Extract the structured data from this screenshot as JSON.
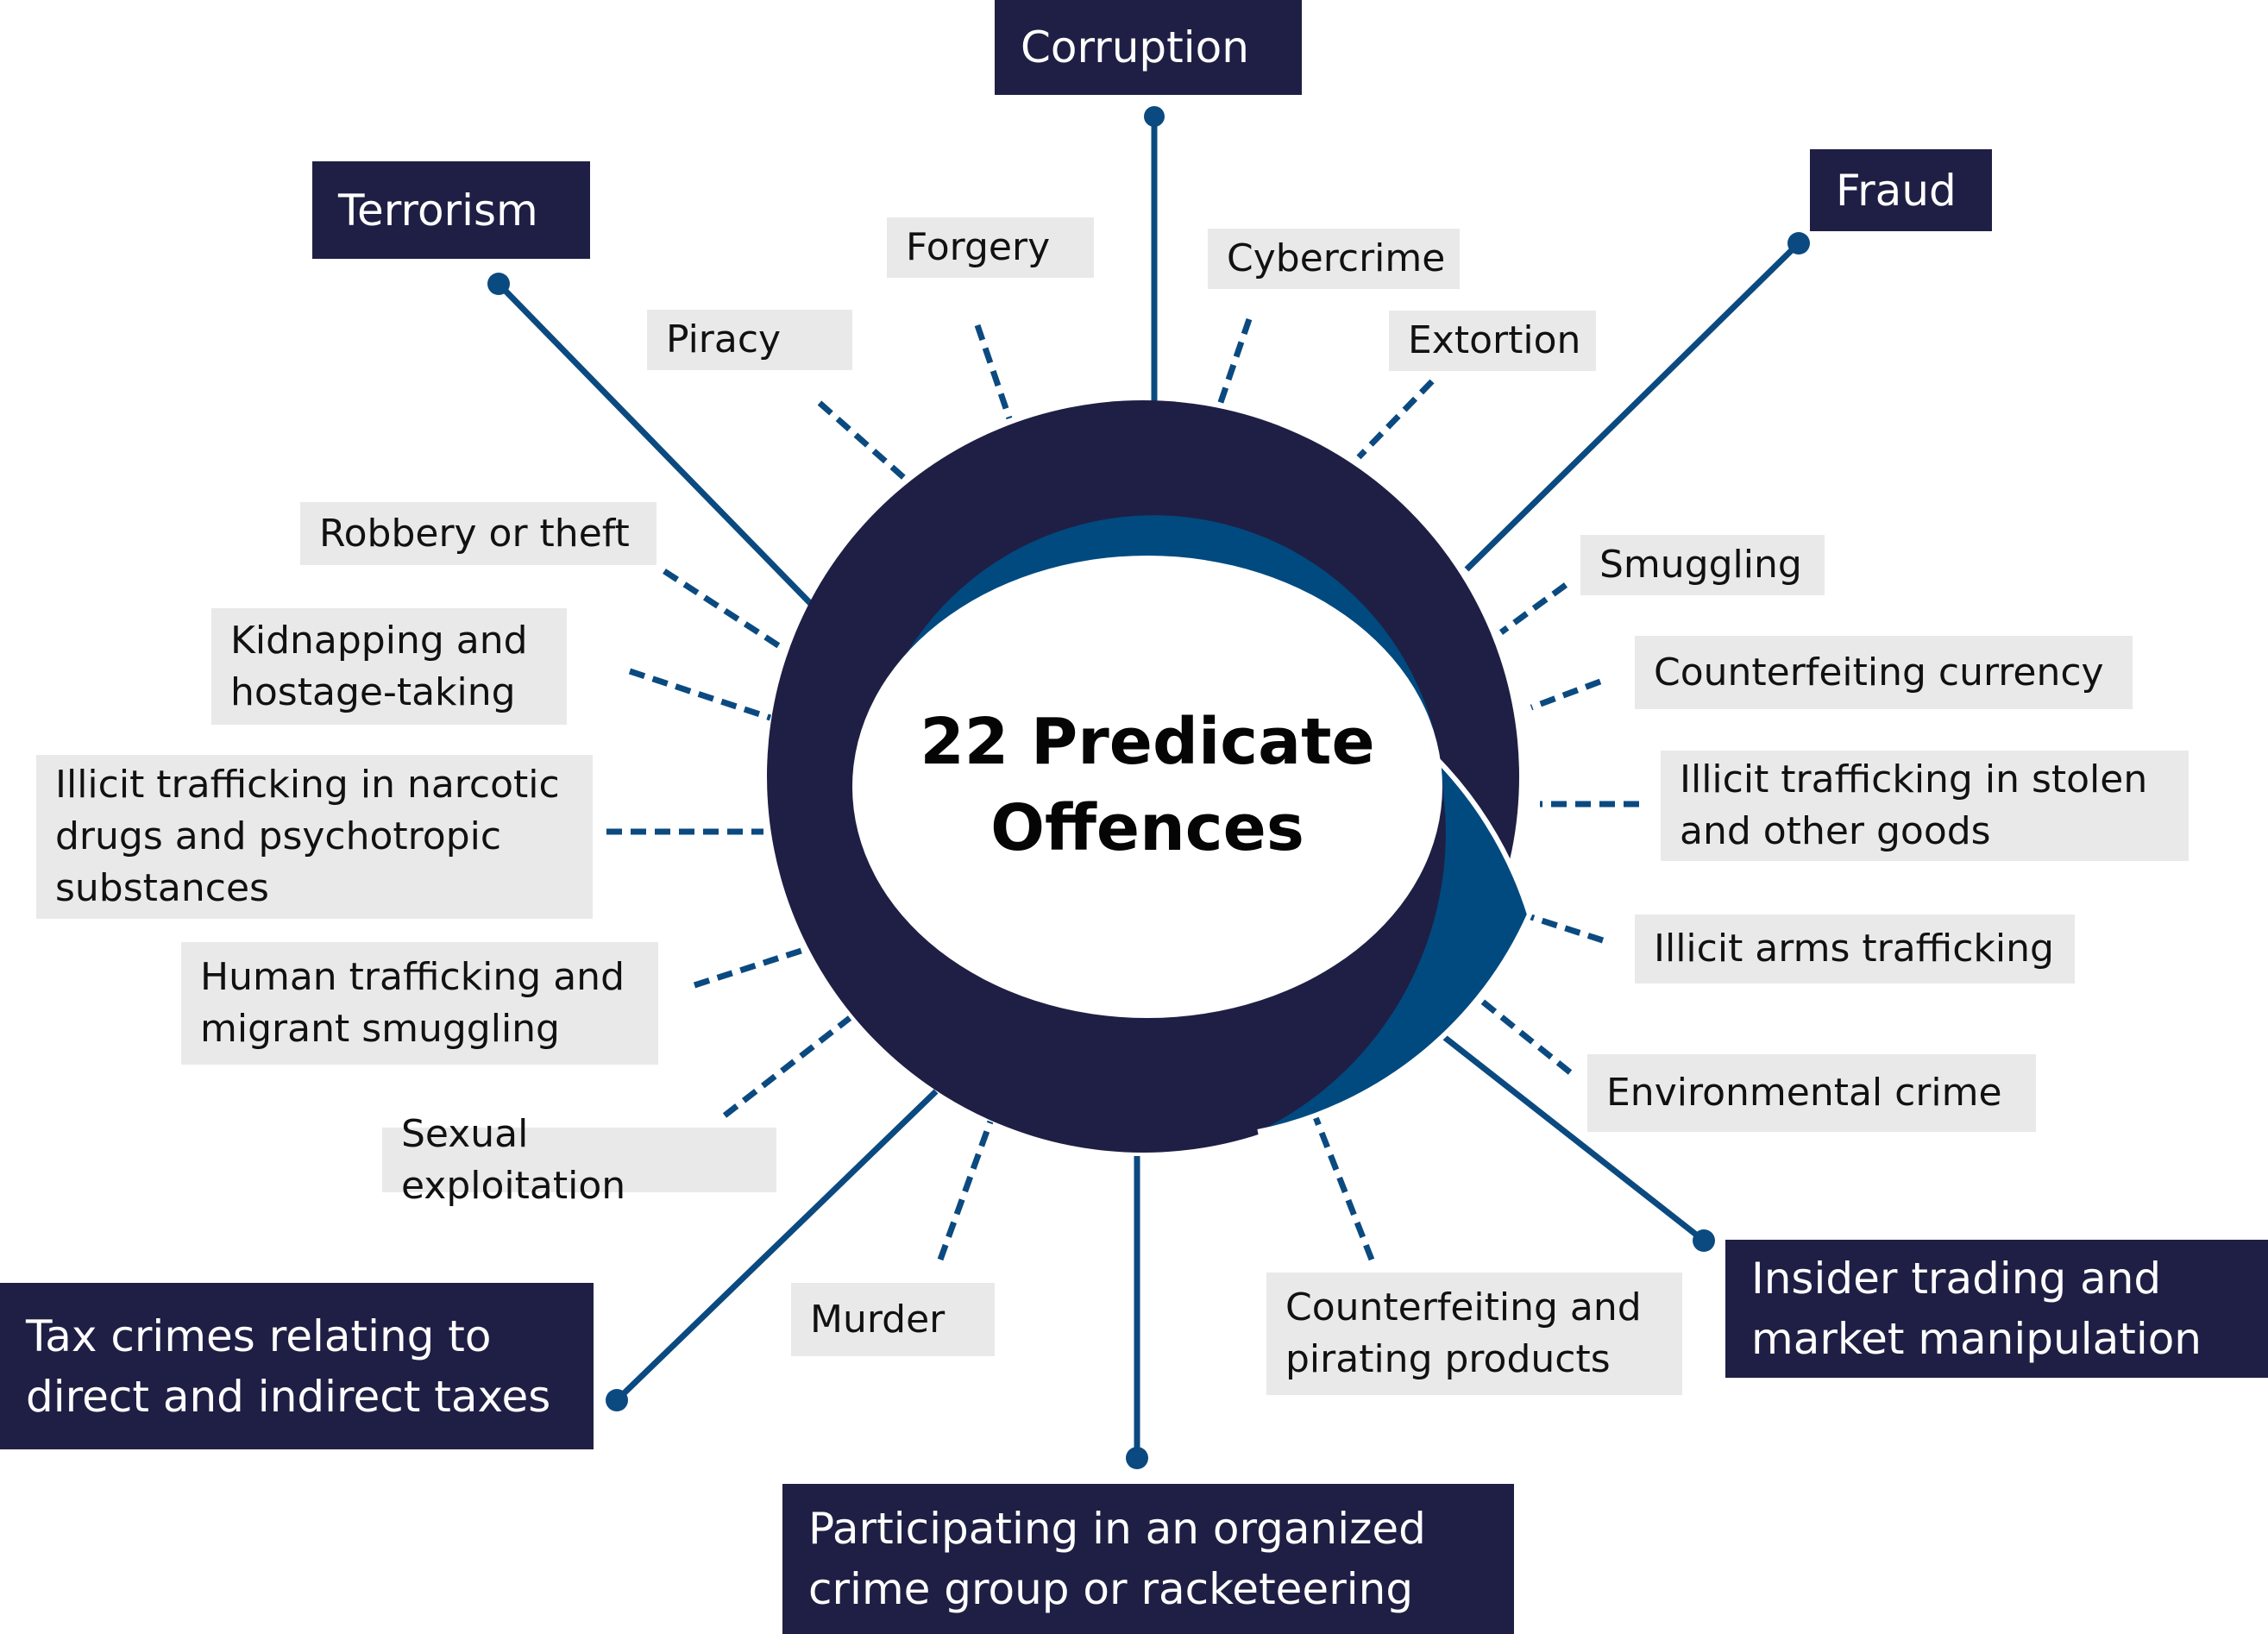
{
  "center": {
    "title": "22 Predicate\nOffences"
  },
  "main_offences": [
    {
      "id": "corruption",
      "label": "Corruption"
    },
    {
      "id": "fraud",
      "label": "Fraud"
    },
    {
      "id": "terrorism",
      "label": "Terrorism"
    },
    {
      "id": "insider-trading",
      "label": "Insider trading and\nmarket manipulation"
    },
    {
      "id": "tax-crimes",
      "label": "Tax crimes relating to\ndirect and indirect taxes"
    },
    {
      "id": "organized-crime",
      "label": "Participating in an organized\ncrime group or racketeering"
    }
  ],
  "other_offences": [
    {
      "id": "forgery",
      "label": "Forgery"
    },
    {
      "id": "cybercrime",
      "label": "Cybercrime"
    },
    {
      "id": "piracy",
      "label": "Piracy"
    },
    {
      "id": "extortion",
      "label": "Extortion"
    },
    {
      "id": "robbery",
      "label": "Robbery or theft"
    },
    {
      "id": "kidnapping",
      "label": "Kidnapping and\nhostage-taking"
    },
    {
      "id": "narcotics",
      "label": "Illicit trafficking in narcotic\ndrugs and psychotropic\nsubstances"
    },
    {
      "id": "human-trafficking",
      "label": "Human trafficking and\nmigrant smuggling"
    },
    {
      "id": "sexual-exploitation",
      "label": "Sexual exploitation"
    },
    {
      "id": "murder",
      "label": "Murder"
    },
    {
      "id": "smuggling",
      "label": "Smuggling"
    },
    {
      "id": "counterfeiting-currency",
      "label": "Counterfeiting currency"
    },
    {
      "id": "stolen-goods",
      "label": "Illicit trafficking in stolen\nand other goods"
    },
    {
      "id": "arms-trafficking",
      "label": "Illicit arms trafficking"
    },
    {
      "id": "environmental-crime",
      "label": "Environmental crime"
    },
    {
      "id": "counterfeiting-products",
      "label": "Counterfeiting and\npirating products"
    }
  ],
  "colors": {
    "navy": "#1f1f45",
    "blue": "#004a80",
    "label_bg": "#e9e9e9",
    "background": "#ffffff"
  }
}
